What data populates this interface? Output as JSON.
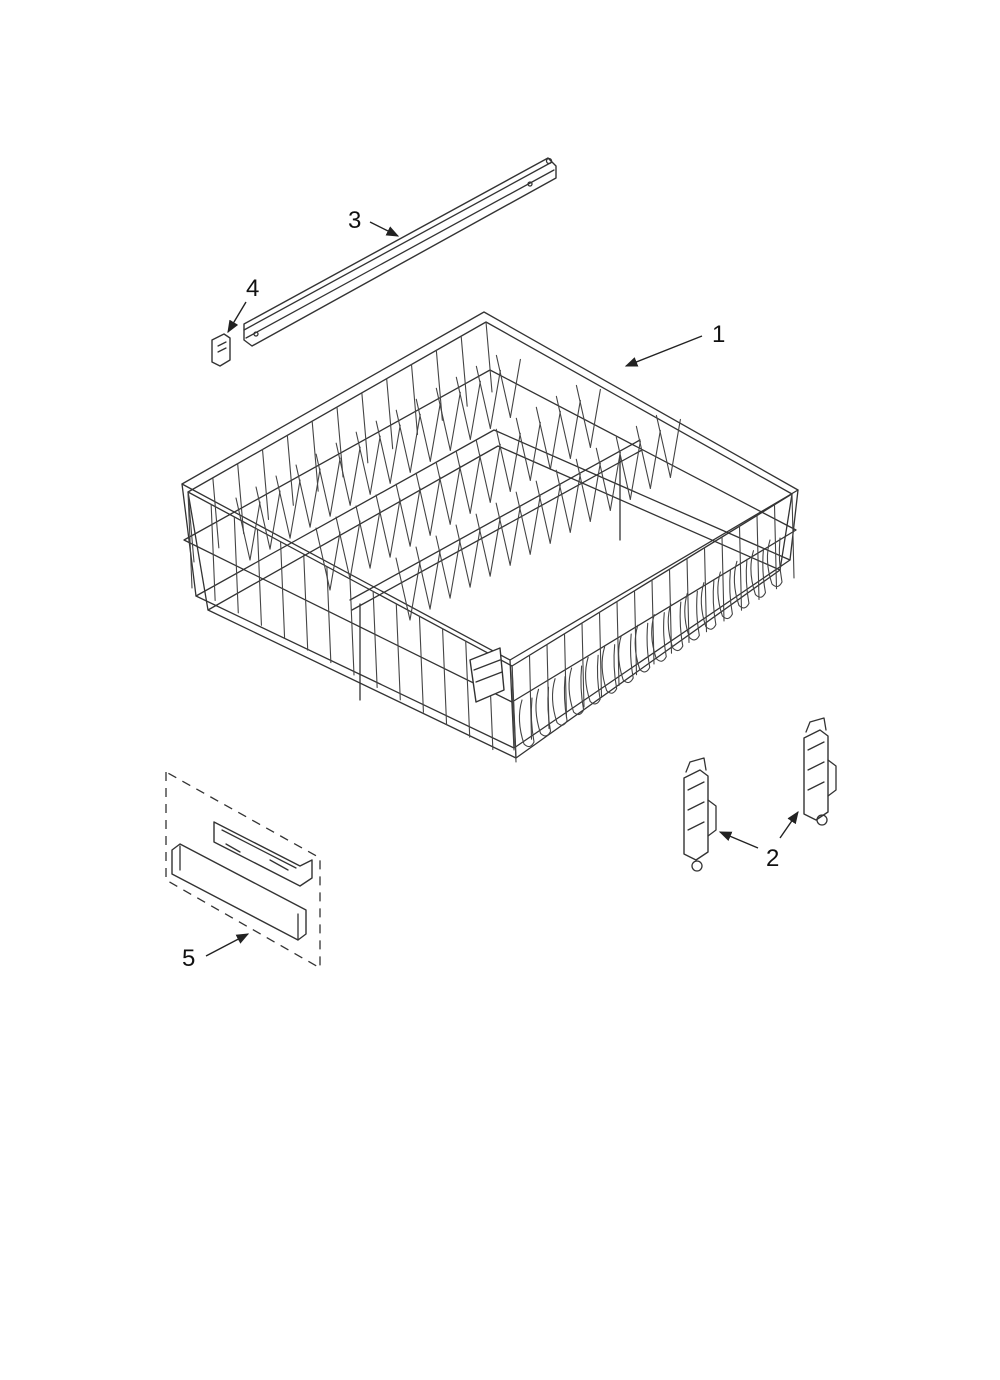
{
  "callouts": {
    "c1": "1",
    "c2": "2",
    "c3": "3",
    "c4": "4",
    "c5": "5"
  },
  "colors": {
    "line": "#333333",
    "background": "#ffffff"
  }
}
